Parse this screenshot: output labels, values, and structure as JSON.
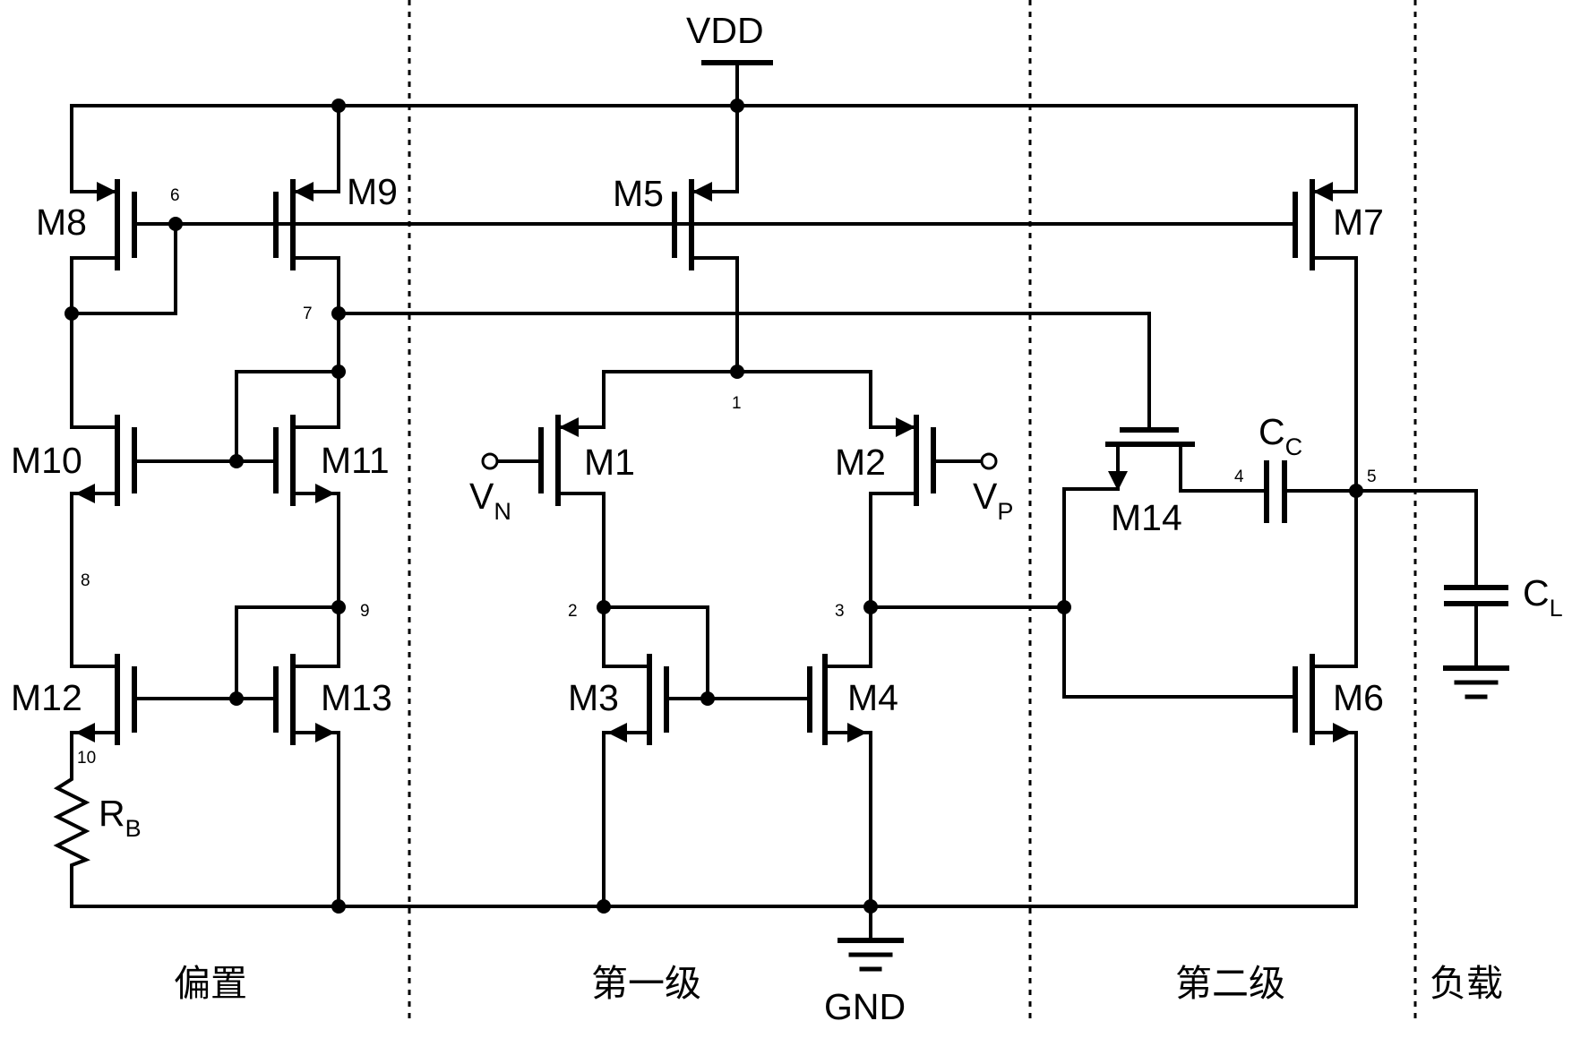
{
  "rails": {
    "vdd": "VDD",
    "gnd": "GND"
  },
  "transistors": {
    "m1": "M1",
    "m2": "M2",
    "m3": "M3",
    "m4": "M4",
    "m5": "M5",
    "m6": "M6",
    "m7": "M7",
    "m8": "M8",
    "m9": "M9",
    "m10": "M10",
    "m11": "M11",
    "m12": "M12",
    "m13": "M13",
    "m14": "M14"
  },
  "inputs": {
    "vn": {
      "main": "V",
      "sub": "N"
    },
    "vp": {
      "main": "V",
      "sub": "P"
    }
  },
  "passives": {
    "rb": {
      "main": "R",
      "sub": "B"
    },
    "cc": {
      "main": "C",
      "sub": "C"
    },
    "cl": {
      "main": "C",
      "sub": "L"
    }
  },
  "nodes": [
    "1",
    "2",
    "3",
    "4",
    "5",
    "6",
    "7",
    "8",
    "9",
    "10"
  ],
  "sections": {
    "bias": "偏置",
    "stage1": "第一级",
    "stage2": "第二级",
    "load": "负载"
  }
}
